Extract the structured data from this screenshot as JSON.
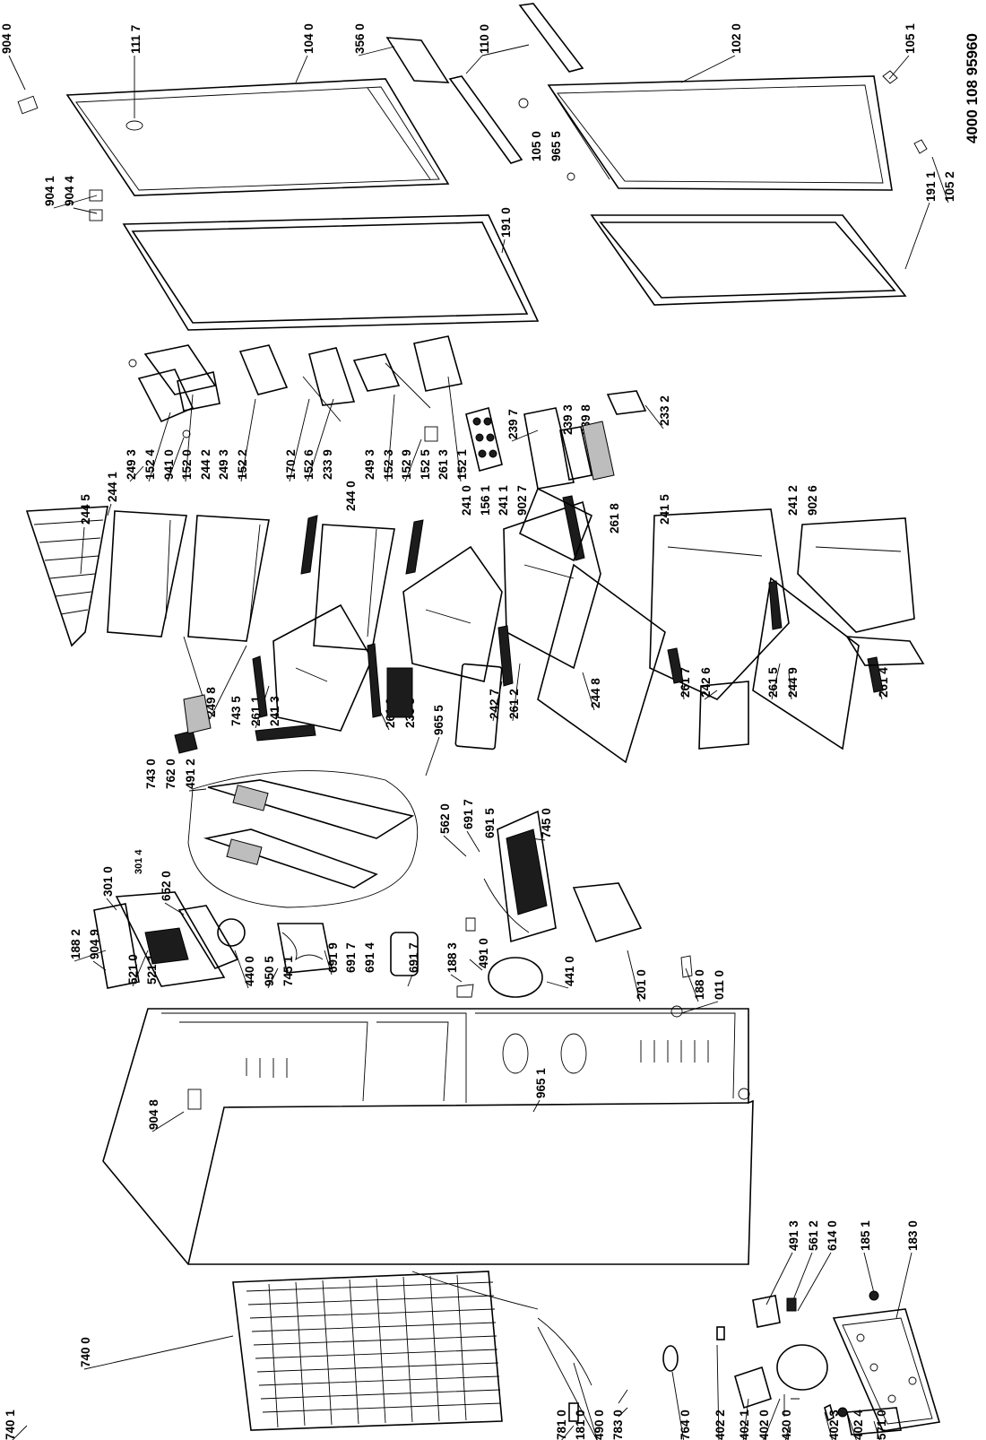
{
  "document_number": "4000 108 95960",
  "labels": {
    "l9040": "904 0",
    "l1117": "111 7",
    "l1040": "104 0",
    "l3560": "356 0",
    "l1100": "110 0",
    "l1020": "102 0",
    "l1051": "105 1",
    "l1050": "105 0",
    "l9655a": "965 5",
    "l1052": "105 2",
    "l1911": "191 1",
    "l9041": "904 1",
    "l9044": "904 4",
    "l1910": "191 0",
    "l2445": "244 5",
    "l2441": "244 1",
    "l2493a": "249 3",
    "l1524": "152 4",
    "l9410": "941 0",
    "l1520": "152 0",
    "l2442": "244 2",
    "l2493b": "249 3",
    "l1522": "152 2",
    "l1702": "170 2",
    "l1526": "152 6",
    "l2339": "233 9",
    "l2440": "244 0",
    "l2493c": "249 3",
    "l1523": "152 3",
    "l1529": "152 9",
    "l1525": "152 5",
    "l2613": "261 3",
    "l1521": "152 1",
    "l2410": "241 0",
    "l1561": "156 1",
    "l2411": "241 1",
    "l9027": "902 7",
    "l2397": "239 7",
    "l2393": "239 3",
    "l2398": "239 8",
    "l2332": "233 2",
    "l2618": "261 8",
    "l2415": "241 5",
    "l2412": "241 2",
    "l9026": "902 6",
    "l2498": "249 8",
    "l7435": "743 5",
    "l2611": "261 1",
    "l2413": "241 3",
    "l2610": "261 0",
    "l2338": "233 8",
    "l9655b": "965 5",
    "l2427": "242 7",
    "l2612": "261 2",
    "l2448": "244 8",
    "l2617": "261 7",
    "l2426": "242 6",
    "l2615": "261 5",
    "l2449": "244 9",
    "l2614": "261 4",
    "l7430": "743 0",
    "l7620": "762 0",
    "l4912": "491 2",
    "l5620": "562 0",
    "l6917a": "691 7",
    "l6915": "691 5",
    "l7450": "745 0",
    "l3010": "301 0",
    "l3014": "301 4",
    "l6520": "652 0",
    "l1882": "188 2",
    "l9049": "904 9",
    "l5210": "521 0",
    "l5211": "521 1",
    "l4400": "440 0",
    "l9505": "950 5",
    "l7451": "745 1",
    "l6919": "691 9",
    "l6917b": "691 7",
    "l6914": "691 4",
    "l6917c": "691 7",
    "l1883": "188 3",
    "l4910": "491 0",
    "l4410": "441 0",
    "l2010": "201 0",
    "l1880": "188 0",
    "l0110": "011 0",
    "l9651": "965 1",
    "l9048": "904 8",
    "l4913": "491 3",
    "l5612": "561 2",
    "l6140": "614 0",
    "l1851": "185 1",
    "l1830": "183 0",
    "l7400": "740 0",
    "l7401": "740 1",
    "l7810": "781 0",
    "l1810": "181 0",
    "l4900": "490 0",
    "l7830": "783 0",
    "l7640": "764 0",
    "l4022": "402 2",
    "l4021": "402 1",
    "l4020": "402 0",
    "l4200": "420 0",
    "l4023": "402 3",
    "l4024": "402 4",
    "l5710": "571 0"
  }
}
